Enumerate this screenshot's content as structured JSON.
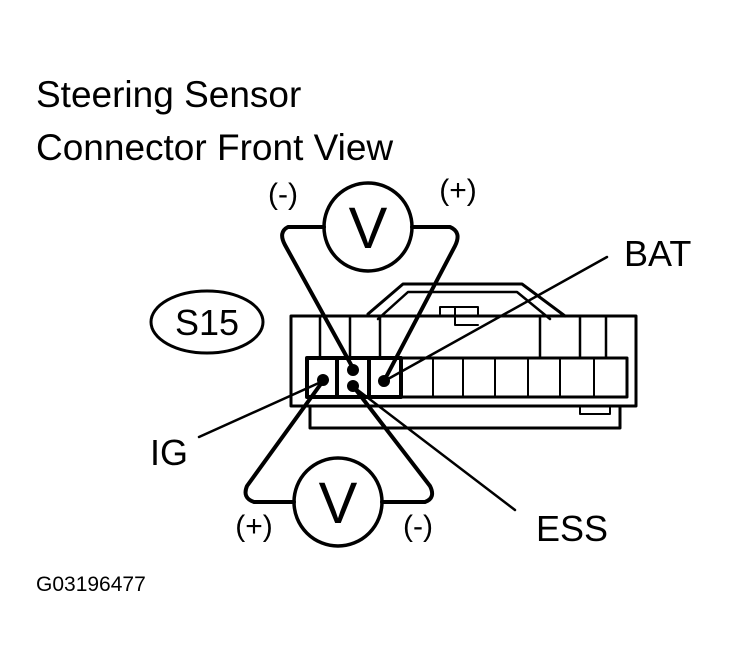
{
  "title": {
    "line1": "Steering Sensor",
    "line2": "Connector Front View"
  },
  "connector_code": "S15",
  "meters": {
    "top": {
      "symbol": "V",
      "neg": "(-)",
      "pos": "(+)"
    },
    "bottom": {
      "symbol": "V",
      "pos": "(+)",
      "neg": "(-)"
    }
  },
  "terminals": {
    "bat": "BAT",
    "ig": "IG",
    "ess": "ESS"
  },
  "figure_code": "G03196477"
}
